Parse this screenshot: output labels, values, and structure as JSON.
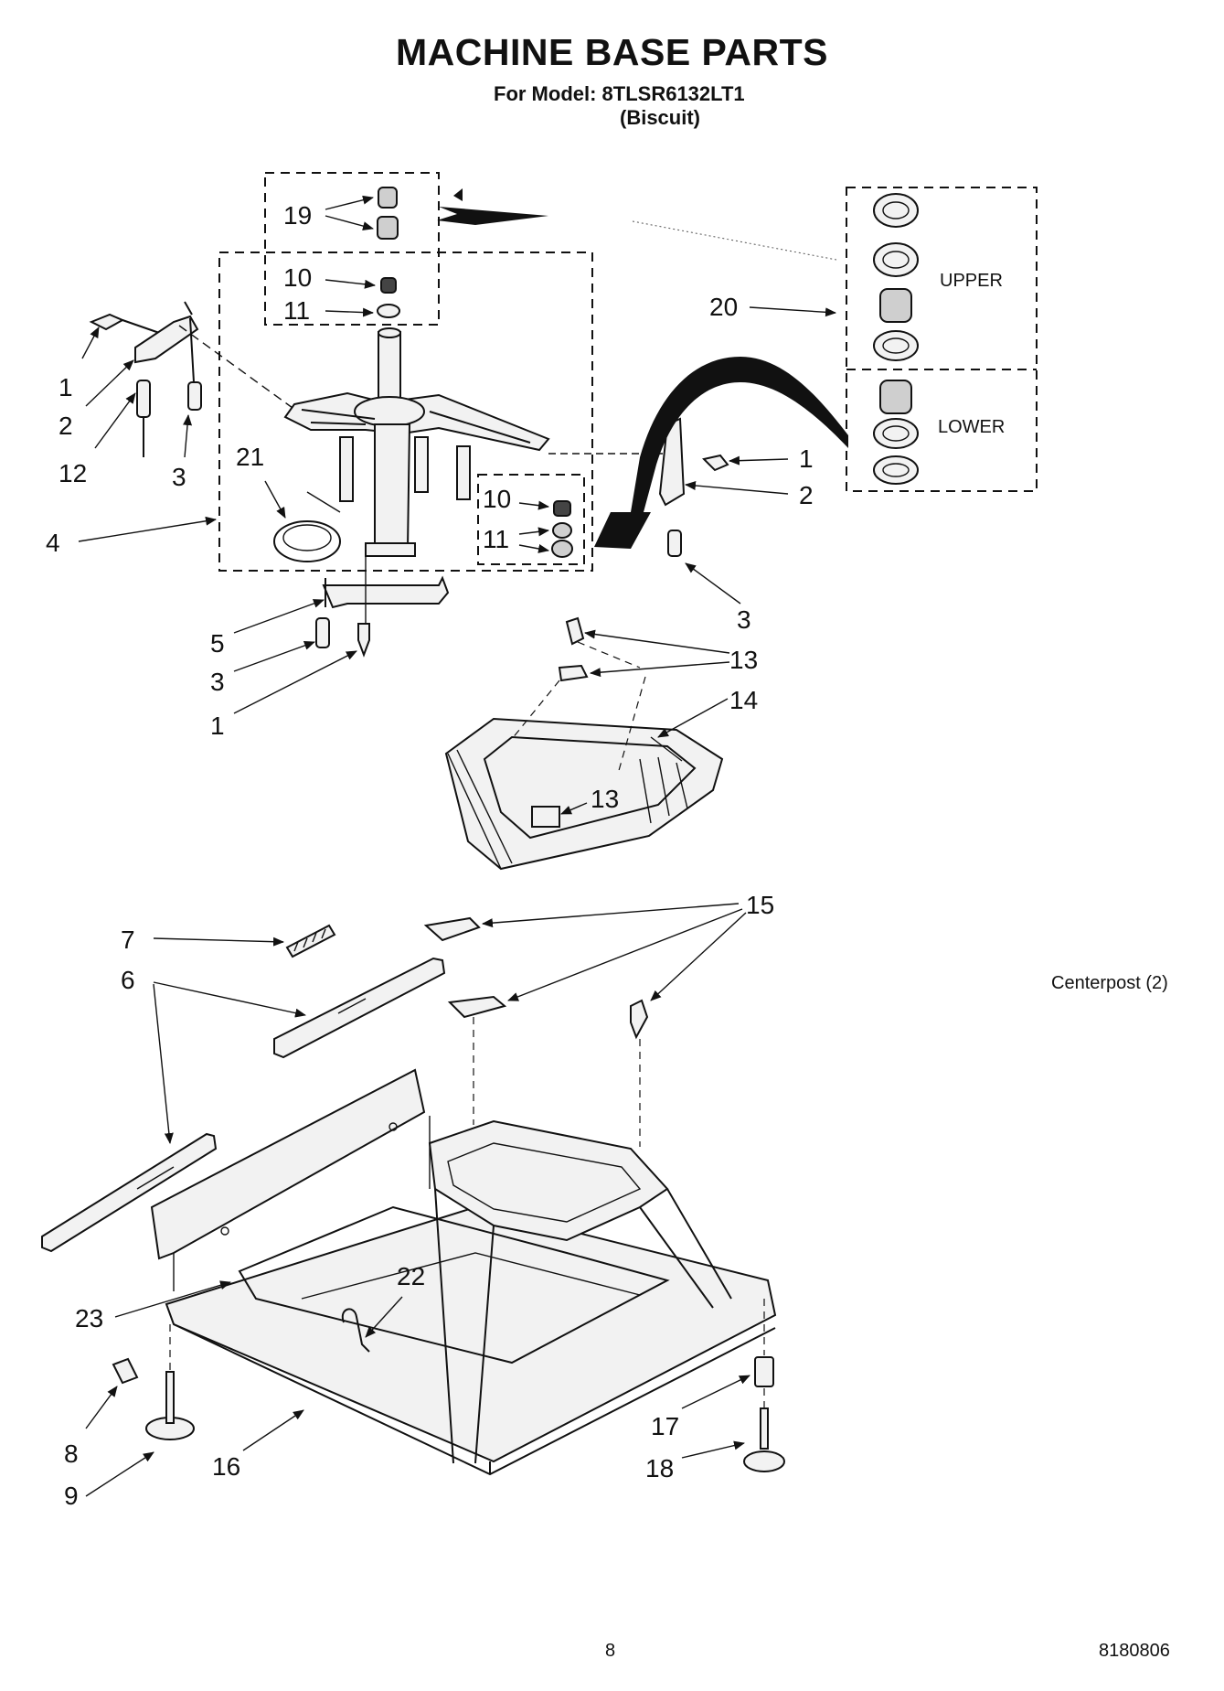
{
  "header": {
    "title": "MACHINE BASE PARTS",
    "model_line": "For Model: 8TLSR6132LT1",
    "color_line": "(Biscuit)"
  },
  "callouts": {
    "c19": "19",
    "c10_top": "10",
    "c11_top": "11",
    "c20": "20",
    "c1_left": "1",
    "c2_left": "2",
    "c12": "12",
    "c3_left": "3",
    "c21": "21",
    "c4": "4",
    "c10_mid": "10",
    "c11_mid": "11",
    "c1_right": "1",
    "c2_right": "2",
    "c3_right": "3",
    "c5": "5",
    "c3_low": "3",
    "c1_low": "1",
    "c13_top": "13",
    "c14": "14",
    "c13_mid": "13",
    "c15": "15",
    "c7": "7",
    "c6": "6",
    "c22": "22",
    "c23": "23",
    "c8": "8",
    "c9": "9",
    "c16": "16",
    "c17": "17",
    "c18": "18"
  },
  "bearing_kit": {
    "upper_label": "UPPER",
    "lower_label": "LOWER"
  },
  "notes": {
    "centerpost": "Centerpost (2)"
  },
  "footer": {
    "page_number": "8",
    "doc_number": "8180806"
  }
}
